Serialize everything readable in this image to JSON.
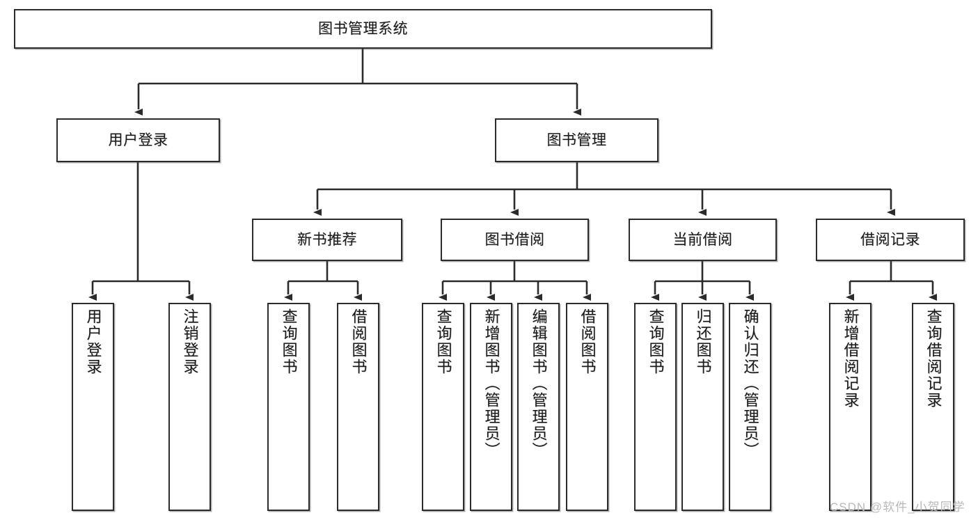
{
  "diagram": {
    "title": "图书管理系统",
    "type": "tree-hierarchy-chart",
    "root": {
      "id": "root",
      "label": "图书管理系统"
    },
    "level2": [
      {
        "id": "user-login",
        "label": "用户登录"
      },
      {
        "id": "book-management",
        "label": "图书管理"
      }
    ],
    "level3": [
      {
        "id": "new-book-recommend",
        "label": "新书推荐"
      },
      {
        "id": "book-borrow",
        "label": "图书借阅"
      },
      {
        "id": "current-borrow",
        "label": "当前借阅"
      },
      {
        "id": "borrow-record",
        "label": "借阅记录"
      }
    ],
    "leaves": {
      "user_login": [
        {
          "id": "leaf-user-login",
          "label": "用户登录"
        },
        {
          "id": "leaf-logout",
          "label": "注销登录"
        }
      ],
      "new_book_recommend": [
        {
          "id": "leaf-query-book-1",
          "label": "查询图书"
        },
        {
          "id": "leaf-borrow-book-1",
          "label": "借阅图书"
        }
      ],
      "book_borrow": [
        {
          "id": "leaf-query-book-2",
          "label": "查询图书"
        },
        {
          "id": "leaf-add-book",
          "label": "新增图书（管理员）"
        },
        {
          "id": "leaf-edit-book",
          "label": "编辑图书（管理员）"
        },
        {
          "id": "leaf-borrow-book-2",
          "label": "借阅图书"
        }
      ],
      "current_borrow": [
        {
          "id": "leaf-query-book-3",
          "label": "查询图书"
        },
        {
          "id": "leaf-return-book",
          "label": "归还图书"
        },
        {
          "id": "leaf-confirm-return",
          "label": "确认归还（管理员）"
        }
      ],
      "borrow_record": [
        {
          "id": "leaf-add-record",
          "label": "新增借阅记录"
        },
        {
          "id": "leaf-query-record",
          "label": "查询借阅记录"
        }
      ]
    }
  },
  "watermark": {
    "text": "CSDN @软件_小贺同学"
  },
  "colors": {
    "box_border": "#2b2b2b",
    "box_fill": "#ffffff",
    "connector": "#2b2b2b",
    "text": "#1a1a1a",
    "watermark": "#b9b9b9"
  }
}
